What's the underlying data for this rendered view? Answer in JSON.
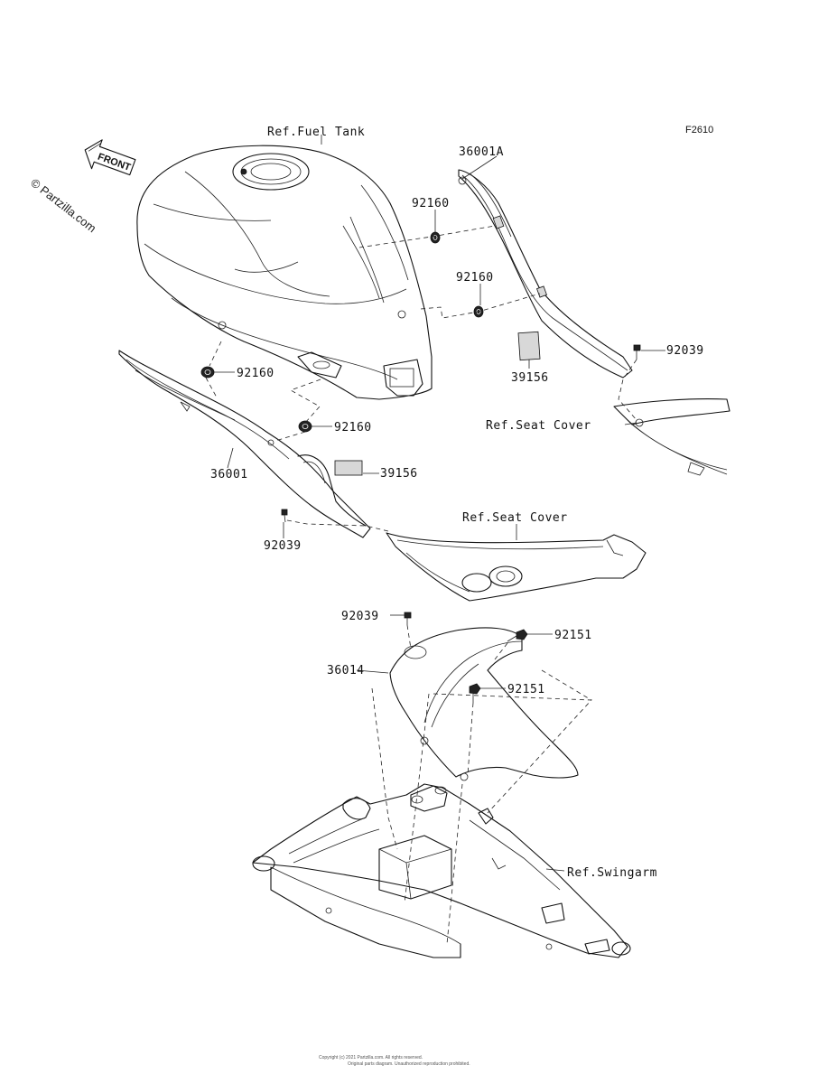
{
  "diagram": {
    "code": "F2610",
    "watermark": "© Partzilla.com",
    "front_label": "FRONT",
    "footer_line1": "Copyright (c) 2021 Partzilla.com. All rights reserved.",
    "footer_line2": "Original parts diagram. Unauthorized reproduction prohibited."
  },
  "labels": {
    "ref_fuel_tank": "Ref.Fuel Tank",
    "p36001A": "36001A",
    "p92160_a": "92160",
    "p92160_b": "92160",
    "p92160_c": "92160",
    "p92160_d": "92160",
    "p92039_a": "92039",
    "p92039_b": "92039",
    "p92039_c": "92039",
    "p39156_a": "39156",
    "p39156_b": "39156",
    "ref_seat_cover_a": "Ref.Seat Cover",
    "ref_seat_cover_b": "Ref.Seat Cover",
    "p36001": "36001",
    "p92151_a": "92151",
    "p92151_b": "92151",
    "p36014": "36014",
    "ref_swingarm": "Ref.Swingarm"
  }
}
